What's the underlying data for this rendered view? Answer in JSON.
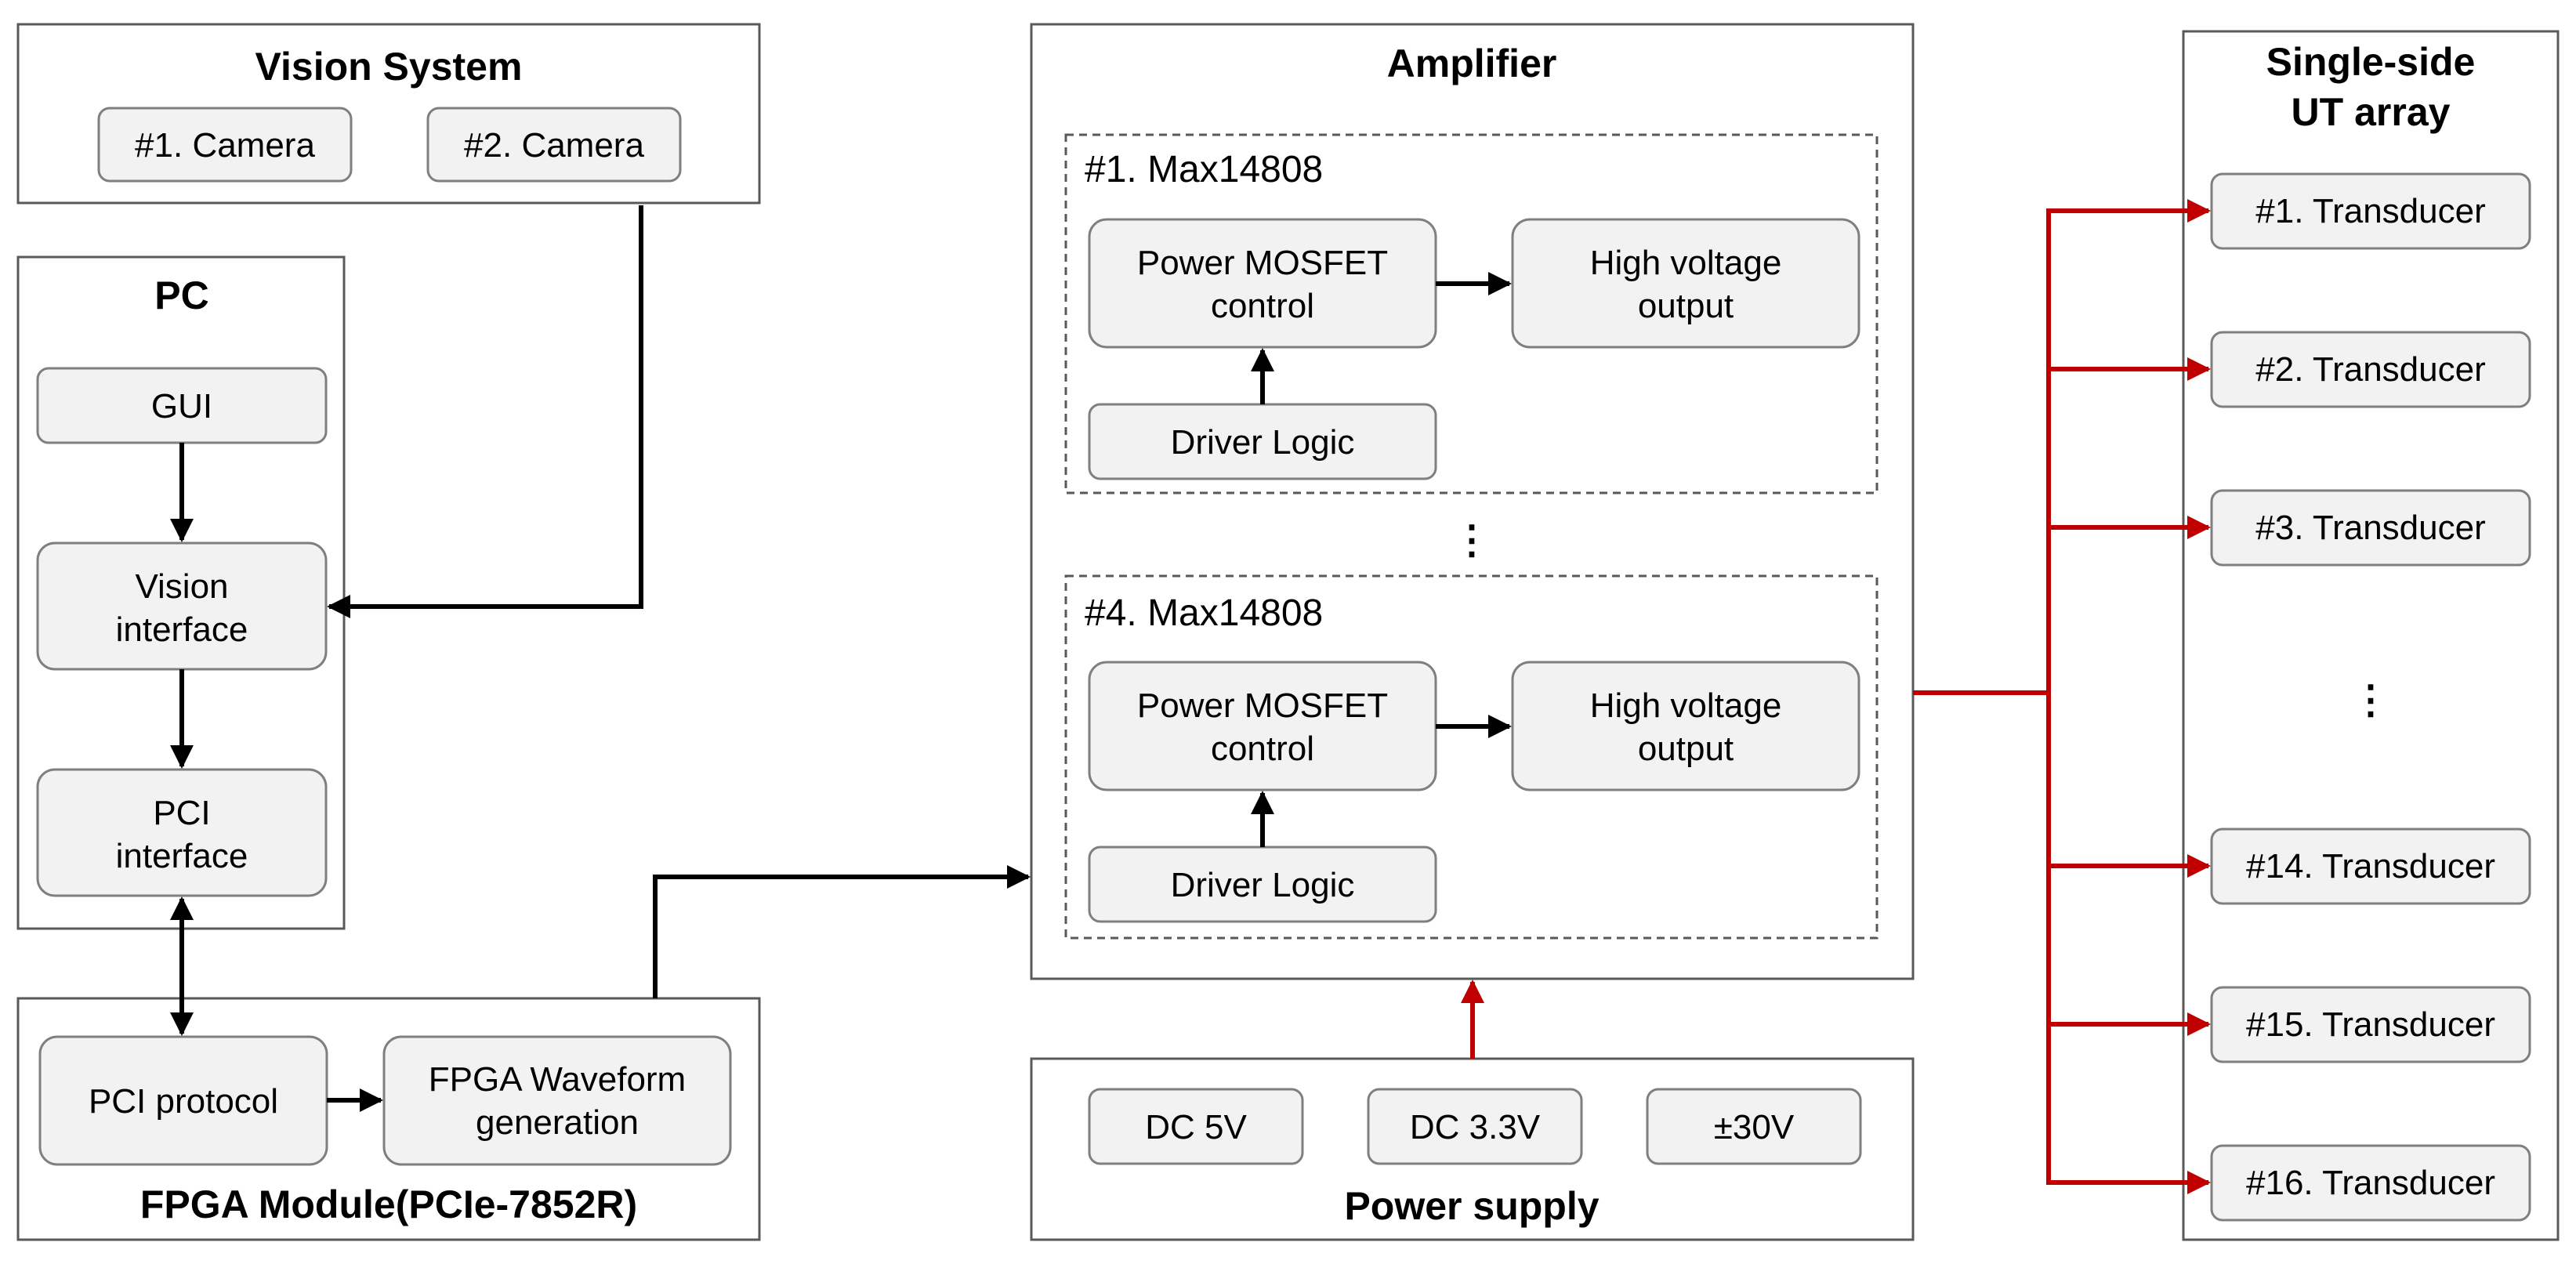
{
  "vision_system": {
    "title": "Vision System",
    "cameras": [
      "#1. Camera",
      "#2. Camera"
    ]
  },
  "pc": {
    "title": "PC",
    "gui": "GUI",
    "vision_interface": [
      "Vision",
      "interface"
    ],
    "pci_interface": [
      "PCI",
      "interface"
    ]
  },
  "fpga": {
    "title": "FPGA Module(PCIe-7852R)",
    "pci_protocol": "PCI protocol",
    "waveform": [
      "FPGA Waveform",
      "generation"
    ]
  },
  "amplifier": {
    "title": "Amplifier",
    "ellipsis": "⋮",
    "channels": [
      {
        "name": "#1. Max14808",
        "mosfet": [
          "Power MOSFET",
          "control"
        ],
        "hv": [
          "High voltage",
          "output"
        ],
        "driver": "Driver Logic"
      },
      {
        "name": "#4. Max14808",
        "mosfet": [
          "Power MOSFET",
          "control"
        ],
        "hv": [
          "High voltage",
          "output"
        ],
        "driver": "Driver Logic"
      }
    ]
  },
  "power_supply": {
    "title": "Power supply",
    "rails": [
      "DC 5V",
      "DC 3.3V",
      "±30V"
    ]
  },
  "array": {
    "title": [
      "Single-side",
      "UT array"
    ],
    "ellipsis": "⋮",
    "transducers": [
      "#1. Transducer",
      "#2. Transducer",
      "#3. Transducer",
      "#14. Transducer",
      "#15. Transducer",
      "#16. Transducer"
    ]
  },
  "colors": {
    "signal": "#000000",
    "power": "#c00000",
    "box_fill": "#f2f2f2",
    "box_stroke": "#7f7f7f"
  }
}
